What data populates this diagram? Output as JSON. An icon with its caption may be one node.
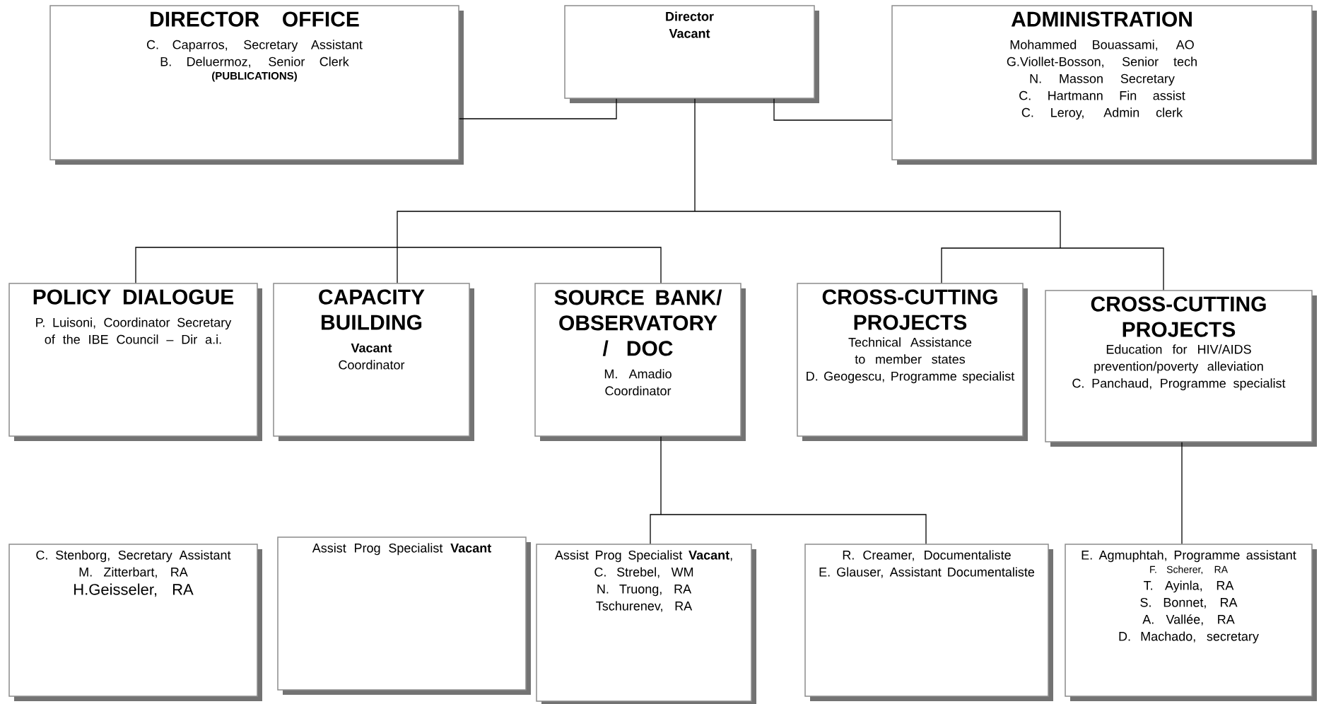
{
  "diagram": {
    "nodes": [
      {
        "text": [
          "DIRECTOR OFFICE",
          "C. Caparros, Secretary Assistant",
          "B. Deluermoz, Senior Clerk",
          "(PUBLICATIONS)"
        ]
      },
      {
        "text": [
          "Director",
          "Vacant"
        ]
      },
      {
        "text": [
          "ADMINISTRATION",
          "Mohammed Bouassami, AO",
          "G.Viollet-Bosson, Senior tech",
          "N. Masson Secretary",
          "C. Hartmann Fin assist",
          "C. Leroy, Admin clerk"
        ]
      },
      {
        "text": [
          "POLICY DIALOGUE",
          "P. Luisoni, Coordinator Secretary of the IBE Council – Dir a.i."
        ]
      },
      {
        "text": [
          "CAPACITY BUILDING",
          "Vacant",
          "Coordinator"
        ]
      },
      {
        "text": [
          "SOURCE BANK/ OBSERVATORY / DOC",
          "M. Amadio",
          "Coordinator"
        ]
      },
      {
        "text": [
          "CROSS-CUTTING PROJECTS",
          "Technical Assistance to member states",
          "D. Geogescu, Programme specialist"
        ]
      },
      {
        "text": [
          "CROSS-CUTTING PROJECTS",
          "Education for HIV/AIDS prevention/poverty alleviation",
          "C. Panchaud, Programme specialist"
        ]
      },
      {
        "text": [
          "C. Stenborg, Secretary Assistant",
          "M. Zitterbart, RA",
          "H.Geisseler, RA"
        ]
      },
      {
        "text": [
          "Assist Prog Specialist **Vacant**"
        ]
      },
      {
        "text": [
          "Assist Prog Specialist **Vacant**,",
          "C. Strebel, WM",
          "N. Truong, RA",
          "Tschurenev, RA"
        ]
      },
      {
        "text": [
          "R. Creamer, Documentaliste",
          "E. Glauser, Assistant Documentaliste"
        ]
      },
      {
        "text": [
          "E. Agmuphtah, Programme assistant",
          "F. Scherer, RA",
          "T. Ayinla, RA",
          "S. Bonnet, RA",
          "A. Vallée, RA",
          "D. Machado, secretary"
        ]
      }
    ],
    "edges": [
      {
        "from": 1,
        "to": 0,
        "arrow": "none"
      },
      {
        "from": 1,
        "to": 2,
        "arrow": "none"
      },
      {
        "from": 1,
        "to": 3,
        "arrow": "none"
      },
      {
        "from": 1,
        "to": 4,
        "arrow": "none"
      },
      {
        "from": 1,
        "to": 5,
        "arrow": "none"
      },
      {
        "from": 1,
        "to": 6,
        "arrow": "none"
      },
      {
        "from": 1,
        "to": 7,
        "arrow": "none"
      },
      {
        "from": 5,
        "to": 10,
        "arrow": "none"
      },
      {
        "from": 5,
        "to": 11,
        "arrow": "none"
      },
      {
        "from": 7,
        "to": 12,
        "arrow": "none"
      }
    ]
  }
}
